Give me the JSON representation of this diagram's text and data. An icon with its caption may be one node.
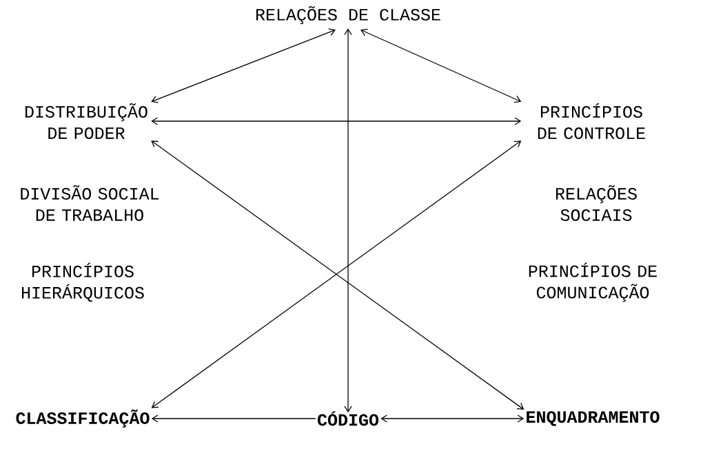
{
  "diagram": {
    "nodes": [
      {
        "text": [
          "RELAÇÕES DE CLASSE"
        ]
      },
      {
        "text": [
          "DISTRIBUIÇÃO DE PODER"
        ]
      },
      {
        "text": [
          "PRINCÍPIOS DE CONTROLE"
        ]
      },
      {
        "text": [
          "CLASSIFICAÇÃO"
        ]
      },
      {
        "text": [
          "CÓDIGO"
        ]
      },
      {
        "text": [
          "ENQUADRAMENTO"
        ]
      }
    ],
    "edges": [
      {
        "from": 0,
        "to": 4,
        "arrow": "both"
      },
      {
        "from": 0,
        "to": 1,
        "arrow": "both"
      },
      {
        "from": 0,
        "to": 2,
        "arrow": "both"
      },
      {
        "from": 1,
        "to": 2,
        "arrow": "both"
      },
      {
        "from": 1,
        "to": 5,
        "arrow": "both"
      },
      {
        "from": 3,
        "to": 2,
        "arrow": "both"
      },
      {
        "from": 4,
        "to": 3,
        "arrow": "to"
      },
      {
        "from": 4,
        "to": 5,
        "arrow": "both"
      }
    ],
    "labels": [
      "DIVISÃO SOCIAL DE TRABALHO",
      "RELAÇÕES SOCIAIS",
      "PRINCÍPIOS HIERÁRQUICOS",
      "PRINCÍPIOS DE COMUNICAÇÃO"
    ]
  }
}
